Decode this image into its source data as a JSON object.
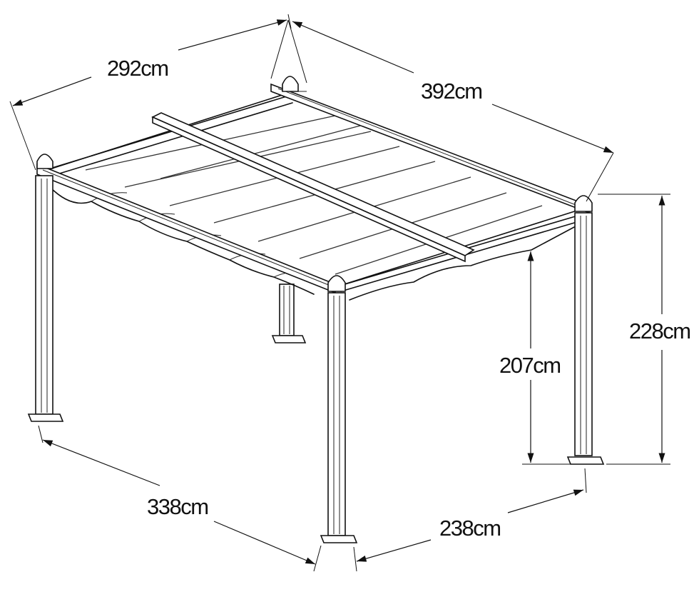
{
  "dimensions": {
    "top_width": "292cm",
    "top_length": "392cm",
    "total_height": "228cm",
    "clear_height": "207cm",
    "base_length": "338cm",
    "base_width": "238cm"
  }
}
